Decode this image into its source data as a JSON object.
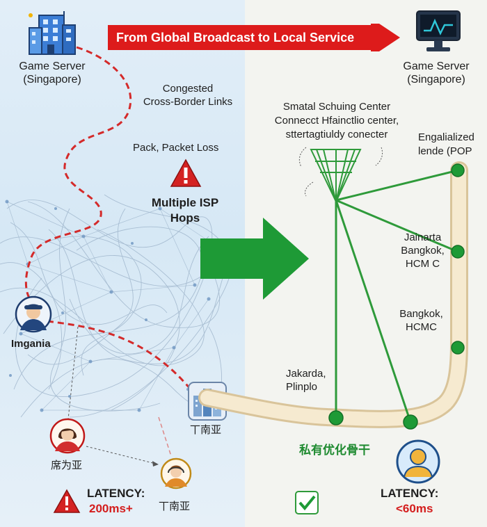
{
  "banner": {
    "text": "From Global Broadcast to Local Service"
  },
  "left": {
    "server_label": "Game Server\n(Singapore)",
    "congested_label": "Congested\nCross-Border Links",
    "packet_loss_label": "Pack, Packet Loss",
    "isp_hops_label": "Multiple ISP\nHops",
    "user_main_label": "Imgania",
    "user_a_label": "席为亚",
    "user_b_label": "丅南亚",
    "city_label": "丅南亚",
    "latency_title": "LATENCY:",
    "latency_value": "200ms+"
  },
  "right": {
    "server_label": "Game Server\n(Singapore)",
    "center_label": "Smatal Schuing Center\nConnecct Hfainctlio center,\nsttertagtiuldy conecter",
    "pop_label": "Engalialized\nlende (POP",
    "node1_label": "Jainarta\nBangkok,\nHCM C",
    "node2_label": "Bangkok,\nHCMC",
    "node3_label": "Jakarda,\nPlinplo",
    "backbone_label": "私有优化骨干",
    "latency_title": "LATENCY:",
    "latency_value": "<60ms"
  },
  "colors": {
    "banner_red": "#dd1b1b",
    "route_red": "#d42a2a",
    "arrow_green": "#1e9a36",
    "link_green": "#2e9a3a",
    "latency_red": "#d41d1d",
    "backbone_tan": "#f3e3c0"
  }
}
